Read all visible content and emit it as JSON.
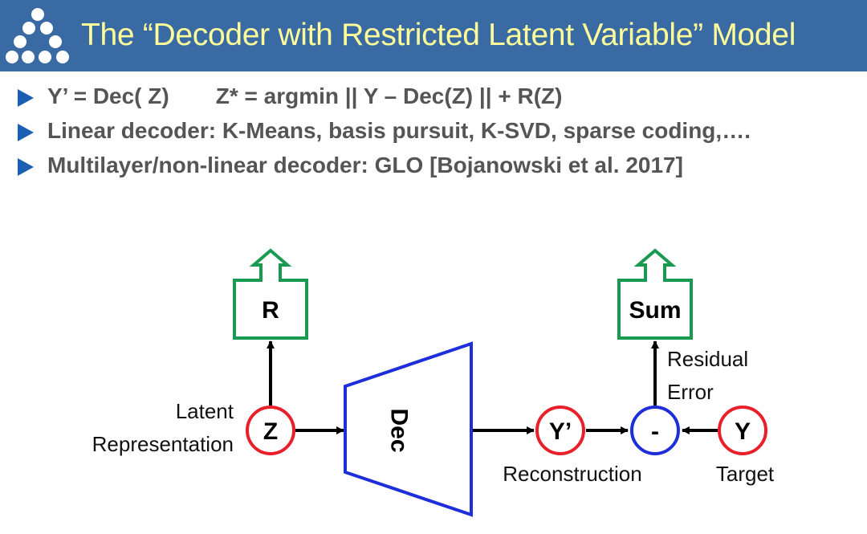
{
  "header": {
    "title": "The “Decoder with Restricted Latent Variable” Model",
    "logo_icon": "triangle-dots-logo",
    "background": "#3a6aa4",
    "title_color": "#ffff99"
  },
  "bullets": {
    "item1_part1": "Y’ = Dec( Z)",
    "item1_part2": "Z* = argmin || Y – Dec(Z) || + R(Z)",
    "item2": "Linear decoder: K-Means, basis pursuit, K-SVD, sparse coding,….",
    "item3": "Multilayer/non-linear decoder: GLO [Bojanowski et al. 2017]",
    "marker_color": "#1a5fb4",
    "marker_icon": "triangle-right-icon"
  },
  "diagram": {
    "cost_r": "R",
    "cost_sum": "Sum",
    "node_z": "Z",
    "decoder": "Dec",
    "node_yprime": "Y’",
    "node_minus": "-",
    "node_y": "Y",
    "label_latent_1": "Latent",
    "label_latent_2": "Representation",
    "label_reconstruction": "Reconstruction",
    "label_target": "Target",
    "label_residual_1": "Residual",
    "label_residual_2": "Error",
    "colors": {
      "cost": "#1a9a50",
      "variable": "#e8202a",
      "module": "#1c2fd8",
      "arrow": "#000000"
    }
  }
}
